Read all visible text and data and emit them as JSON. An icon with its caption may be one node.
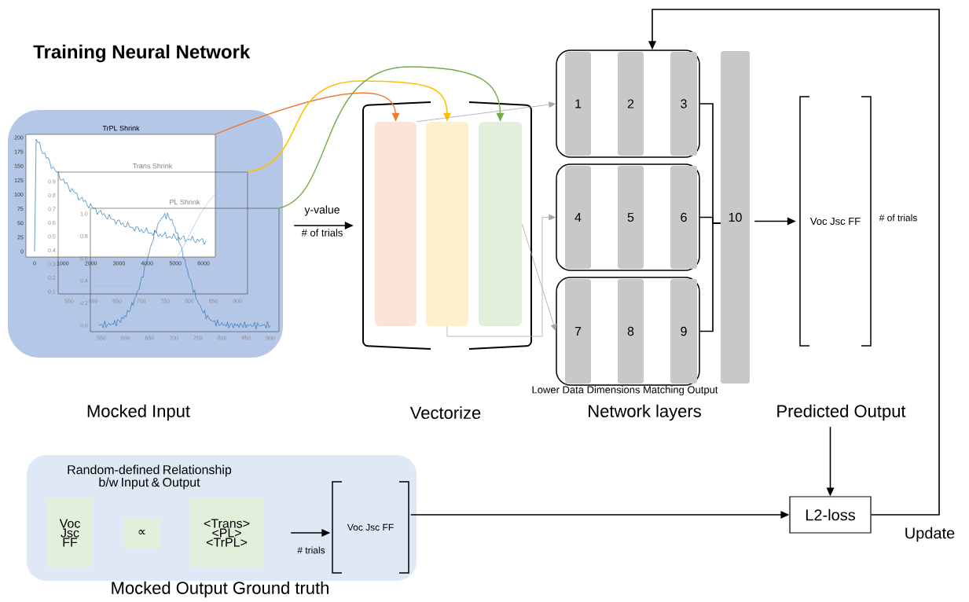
{
  "diagram": {
    "title": "Training Neural Network",
    "nodes": [
      {
        "text": [],
        "shape": "box"
      },
      {
        "text": [],
        "shape": "picture",
        "in": 0
      },
      {
        "text": [],
        "shape": "picture",
        "in": 0
      },
      {
        "text": [],
        "shape": "picture",
        "in": 0
      },
      {
        "text": [],
        "shape": "bracket"
      },
      {
        "text": [],
        "shape": "bar",
        "in": 4
      },
      {
        "text": [],
        "shape": "bar",
        "in": 4
      },
      {
        "text": [],
        "shape": "bar",
        "in": 4
      },
      {
        "text": [],
        "shape": "box"
      },
      {
        "text": [],
        "shape": "box"
      },
      {
        "text": [],
        "shape": "box"
      },
      {
        "text": [
          "1"
        ],
        "in": 8
      },
      {
        "text": [
          "2"
        ],
        "in": 8
      },
      {
        "text": [
          "3"
        ],
        "in": 8
      },
      {
        "text": [
          "4"
        ],
        "in": 9
      },
      {
        "text": [
          "5"
        ],
        "in": 9
      },
      {
        "text": [
          "6"
        ],
        "in": 9
      },
      {
        "text": [
          "7"
        ],
        "in": 10
      },
      {
        "text": [
          "8"
        ],
        "in": 10
      },
      {
        "text": [
          "9"
        ],
        "in": 10
      },
      {
        "text": [
          "10"
        ]
      },
      {
        "text": [
          "Voc Jsc FF",
          "Predicted Output"
        ]
      },
      {
        "text": [
          "Random-defined Relationship b/w Input & Output"
        ]
      },
      {
        "text": [
          "Voc Jsc FF"
        ],
        "in": 22
      },
      {
        "text": [
          "∝"
        ],
        "in": 22
      },
      {
        "text": [
          "<Trans> <PL> <TrPL>"
        ],
        "in": 22
      },
      {
        "text": [
          "Voc Jsc FF"
        ],
        "in": 22
      },
      {
        "text": [
          "L2-loss"
        ]
      }
    ],
    "edges": [
      {
        "from": 0,
        "to": 4,
        "arrow": "to",
        "label": "y-value"
      },
      {
        "from": 1,
        "to": 5,
        "arrow": "to",
        "color": "#ed7d31"
      },
      {
        "from": 2,
        "to": 6,
        "arrow": "to",
        "color": "#ffc000"
      },
      {
        "from": 3,
        "to": 7,
        "arrow": "to",
        "color": "#70ad47"
      },
      {
        "from": 5,
        "to": 8,
        "arrow": "to",
        "color": "#a6a6a6"
      },
      {
        "from": 6,
        "to": 9,
        "arrow": "to",
        "color": "#a6a6a6"
      },
      {
        "from": 7,
        "to": 10,
        "arrow": "to",
        "color": "#a6a6a6"
      },
      {
        "from": 8,
        "to": 20,
        "arrow": "none"
      },
      {
        "from": 9,
        "to": 20,
        "arrow": "none"
      },
      {
        "from": 10,
        "to": 20,
        "arrow": "none"
      },
      {
        "from": 20,
        "to": 21,
        "arrow": "to"
      },
      {
        "from": 25,
        "to": 26,
        "arrow": "to",
        "label": "# trials"
      },
      {
        "from": 26,
        "to": 27,
        "arrow": "to"
      },
      {
        "from": 21,
        "to": 27,
        "arrow": "to"
      },
      {
        "from": 27,
        "to": 8,
        "arrow": "to",
        "label": "Update"
      }
    ],
    "labels": [
      "# of trials",
      "TrPL Shrink",
      "200",
      "175",
      "150",
      "125",
      "100",
      "75",
      "50",
      "25",
      "0",
      "0",
      "1000",
      "2000",
      "3000",
      "4000",
      "5000",
      "6000",
      "Trans Shrink",
      "0.9",
      "0.8",
      "0.7",
      "0.6",
      "0.5",
      "0.4",
      "0.3",
      "0.2",
      "0.1",
      "550",
      "600",
      "650",
      "700",
      "750",
      "800",
      "850",
      "900",
      "PL Shrink",
      "1.0",
      "0.8",
      "0.6",
      "0.4",
      "0.2",
      "0.0",
      "550",
      "600",
      "650",
      "700",
      "750",
      "800",
      "850",
      "900",
      "Mocked Input",
      "Vectorize",
      "Lower Data Dimensions Matching Output",
      "Network layers",
      "# of trials",
      "Mocked Output Ground truth"
    ]
  }
}
